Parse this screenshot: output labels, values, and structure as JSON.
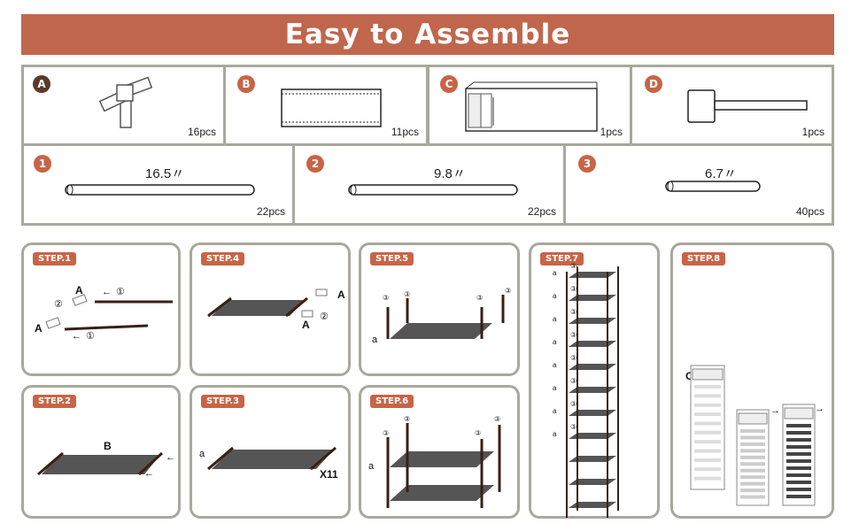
{
  "title": "Easy to Assemble",
  "parts": [
    {
      "badge": "A",
      "qty": "16pcs",
      "icon": "connector-icon"
    },
    {
      "badge": "B",
      "qty": "11pcs",
      "icon": "fabric-shelf-icon"
    },
    {
      "badge": "C",
      "qty": "1pcs",
      "icon": "cover-icon"
    },
    {
      "badge": "D",
      "qty": "1pcs",
      "icon": "hammer-icon"
    }
  ],
  "tubes": [
    {
      "badge": "1",
      "length": "16.5〃",
      "qty": "22pcs"
    },
    {
      "badge": "2",
      "length": "9.8〃",
      "qty": "22pcs"
    },
    {
      "badge": "3",
      "length": "6.7〃",
      "qty": "40pcs"
    }
  ],
  "steps": {
    "s1": {
      "tag": "STEP.1",
      "labels": {
        "A": "A",
        "one": "①",
        "two": "②"
      }
    },
    "s2": {
      "tag": "STEP.2",
      "labels": {
        "B": "B"
      }
    },
    "s3": {
      "tag": "STEP.3",
      "labels": {
        "a": "a",
        "count": "X11"
      }
    },
    "s4": {
      "tag": "STEP.4",
      "labels": {
        "A": "A",
        "two": "②"
      }
    },
    "s5": {
      "tag": "STEP.5",
      "labels": {
        "a": "a",
        "three": "③"
      }
    },
    "s6": {
      "tag": "STEP.6",
      "labels": {
        "a": "a",
        "three": "③"
      }
    },
    "s7": {
      "tag": "STEP.7",
      "labels": {
        "a": "a",
        "three": "③"
      }
    },
    "s8": {
      "tag": "STEP.8",
      "labels": {
        "C": "C"
      }
    }
  },
  "colors": {
    "banner": "#c0664c",
    "badge": "#c86446",
    "border": "#a8a89c",
    "shelf": "#555555"
  }
}
